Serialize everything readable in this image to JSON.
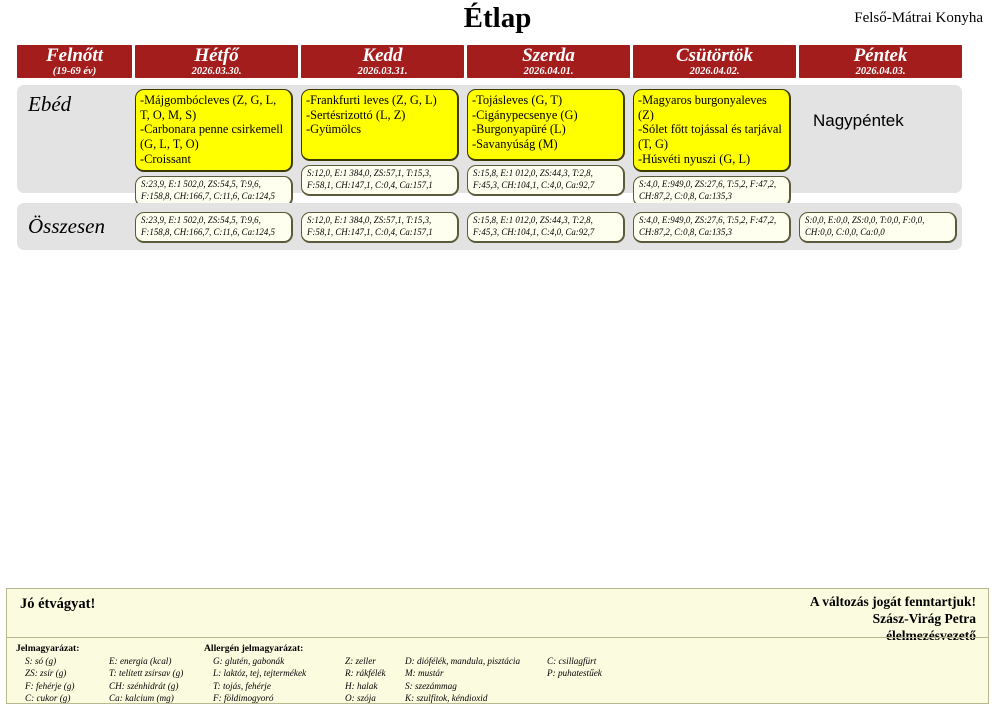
{
  "header": {
    "title": "Étlap",
    "kitchen": "Felső-Mátrai Konyha"
  },
  "columns": [
    {
      "name": "Felnőtt",
      "date": "(19-69 év)"
    },
    {
      "name": "Hétfő",
      "date": "2026.03.30."
    },
    {
      "name": "Kedd",
      "date": "2026.03.31."
    },
    {
      "name": "Szerda",
      "date": "2026.04.01."
    },
    {
      "name": "Csütörtök",
      "date": "2026.04.02."
    },
    {
      "name": "Péntek",
      "date": "2026.04.03."
    }
  ],
  "rows": {
    "lunch": {
      "label": "Ebéd",
      "days": [
        {
          "dishes": "-Májgombócleves (Z, G, L, T, O, M, S)\n-Carbonara penne csirkemell (G, L, T, O)\n-Croissant",
          "nutrition": "S:23,9, E:1 502,0, ZS:54,5, T:9,6, F:158,8, CH:166,7, C:11,6, Ca:124,5",
          "holiday": ""
        },
        {
          "dishes": "-Frankfurti leves (Z, G, L)\n-Sertésrizottó (L, Z)\n-Gyümölcs",
          "nutrition": "S:12,0, E:1 384,0, ZS:57,1, T:15,3, F:58,1, CH:147,1, C:0,4, Ca:157,1",
          "holiday": ""
        },
        {
          "dishes": "-Tojásleves (G, T)\n-Cigánypecsenye  (G)\n-Burgonyapüré (L)\n-Savanyúság (M)",
          "nutrition": "S:15,8, E:1 012,0, ZS:44,3, T:2,8, F:45,3, CH:104,1, C:4,0, Ca:92,7",
          "holiday": ""
        },
        {
          "dishes": "-Magyaros burgonyaleves (Z)\n-Sólet főtt tojással és tarjával (T, G)\n-Húsvéti nyuszi (G, L)",
          "nutrition": "S:4,0, E:949,0, ZS:27,6, T:5,2, F:47,2, CH:87,2, C:0,8, Ca:135,3",
          "holiday": ""
        },
        {
          "dishes": "",
          "nutrition": "",
          "holiday": "Nagypéntek"
        }
      ]
    },
    "total": {
      "label": "Összesen",
      "days": [
        {
          "nutrition": "S:23,9, E:1 502,0, ZS:54,5, T:9,6, F:158,8, CH:166,7, C:11,6, Ca:124,5"
        },
        {
          "nutrition": "S:12,0, E:1 384,0, ZS:57,1, T:15,3, F:58,1, CH:147,1, C:0,4, Ca:157,1"
        },
        {
          "nutrition": "S:15,8, E:1 012,0, ZS:44,3, T:2,8, F:45,3, CH:104,1, C:4,0, Ca:92,7"
        },
        {
          "nutrition": "S:4,0, E:949,0, ZS:27,6, T:5,2, F:47,2, CH:87,2, C:0,8, Ca:135,3"
        },
        {
          "nutrition": "S:0,0, E:0,0, ZS:0,0, T:0,0, F:0,0, CH:0,0, C:0,0, Ca:0,0"
        }
      ]
    }
  },
  "footer": {
    "bon_appetit": "Jó étvágyat!",
    "rights_line1": "A változás jogát fenntartjuk!",
    "rights_line2": "Szász-Virág Petra",
    "rights_line3": "élelmezésvezető",
    "nutrition_legend": {
      "title": "Jelmagyarázat:",
      "col1": [
        "S: só (g)",
        "ZS: zsír (g)",
        "F: fehérje (g)",
        "C: cukor (g)"
      ],
      "col2": [
        "E: energia (kcal)",
        "T: telített zsírsav (g)",
        "CH: szénhidrát (g)",
        "Ca: kalcium (mg)"
      ]
    },
    "allergen_legend": {
      "title": "Allergén jelmagyarázat:",
      "col1": [
        "G: glutén, gabonák",
        "L: laktóz, tej, tejtermékek",
        "T: tojás, fehérje",
        "F: földimogyoró"
      ],
      "col2": [
        "Z: zeller",
        "R: rákfélék",
        "H: halak",
        "O: szója"
      ],
      "col3": [
        "D: diófélék, mandula, pisztácia",
        "M: mustár",
        "S: szezámmag",
        "K: szulfitok, kéndioxid"
      ],
      "col4": [
        "C: csillagfürt",
        "P: puhatestűek"
      ]
    }
  },
  "colors": {
    "header_red": "#a31d1d",
    "dish_yellow": "#ffff00",
    "band_gray": "#e3e3e3",
    "footer_cream": "#fbfbe0"
  }
}
